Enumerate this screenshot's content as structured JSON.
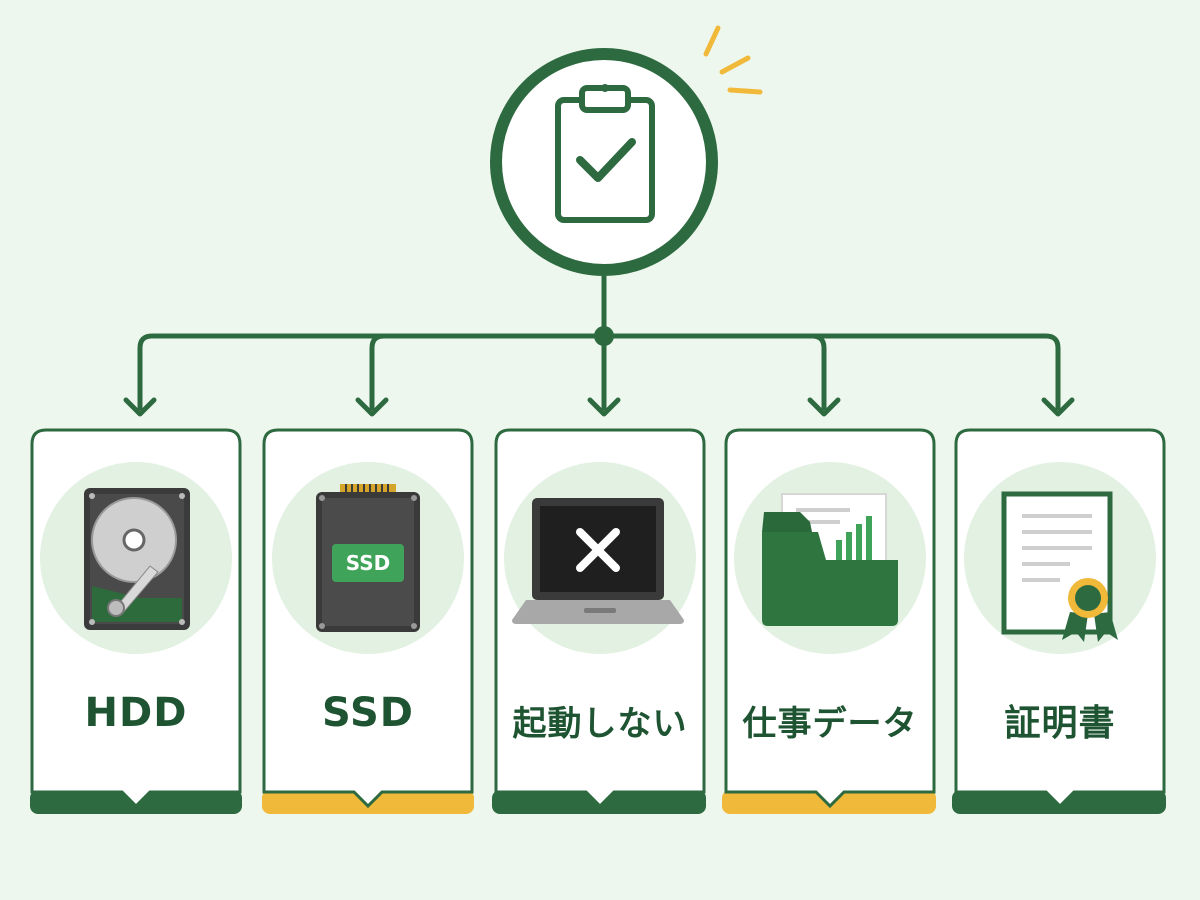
{
  "colors": {
    "background": "#eef7ee",
    "primary_green": "#2d6a40",
    "dark_green": "#1e5431",
    "accent_yellow": "#f0b93a",
    "card_fill": "#ffffff",
    "icon_circle": "#e3f1e3"
  },
  "center_icon": "clipboard-check-icon",
  "cards": [
    {
      "label": "HDD",
      "icon": "hdd-icon",
      "accent": "green"
    },
    {
      "label": "SSD",
      "icon": "ssd-icon",
      "accent": "yellow",
      "chip_text": "SSD"
    },
    {
      "label": "起動しない",
      "icon": "laptop-error-icon",
      "accent": "green"
    },
    {
      "label": "仕事データ",
      "icon": "folder-data-icon",
      "accent": "yellow"
    },
    {
      "label": "証明書",
      "icon": "certificate-icon",
      "accent": "green"
    }
  ]
}
